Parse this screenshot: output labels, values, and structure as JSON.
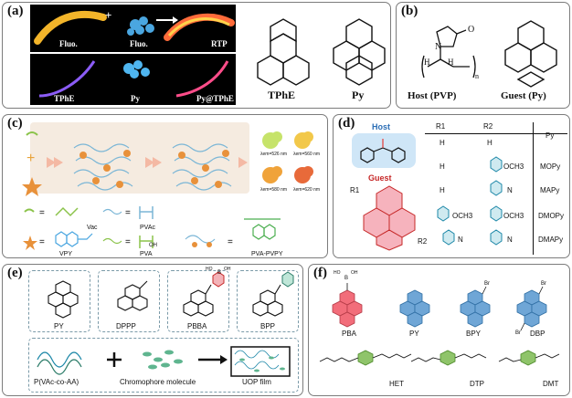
{
  "panel_a": {
    "label": "(a)",
    "photo_labels": [
      "Fluo.",
      "Fluo.",
      "RTP"
    ],
    "bottom_labels": [
      "TPhE",
      "Py",
      "Py@TPhE"
    ],
    "plus": "+",
    "struct_labels": [
      "TPhE",
      "Py"
    ]
  },
  "panel_b": {
    "label": "(b)",
    "host_label": "Host (PVP)",
    "guest_label": "Guest (Py)",
    "atom_n": "N",
    "atom_o": "O",
    "atom_h1": "H",
    "atom_h2": "H",
    "sub_n": "n"
  },
  "panel_c": {
    "label": "(c)",
    "emission_labels": [
      "λem=526 nm",
      "λem=560 nm",
      "λem=580 nm",
      "λem=620 nm"
    ],
    "legend": {
      "vac": "Vac",
      "pvac": "PVAc",
      "vpy": "VPY",
      "pva": "PVA",
      "pva_pvpy": "PVA-PVPY",
      "oh": "OH",
      "equals": "="
    }
  },
  "panel_d": {
    "label": "(d)",
    "host": "Host",
    "guest": "Guest",
    "r1": "R1",
    "r2": "R2",
    "col_r1": "R1",
    "col_r2": "R2",
    "col_py": "Py",
    "rows": [
      {
        "r1": "H",
        "r2": "H",
        "name": ""
      },
      {
        "r1": "H",
        "r2": "OCH3",
        "name": "MOPy"
      },
      {
        "r1": "H",
        "r2": "N",
        "name": "MAPy"
      },
      {
        "r1": "OCH3",
        "r2": "OCH3",
        "name": "DMOPy"
      },
      {
        "r1": "N",
        "r2": "N",
        "name": "DMAPy"
      }
    ]
  },
  "panel_e": {
    "label": "(e)",
    "molecules": [
      "PY",
      "DPPP",
      "PBBA",
      "BPP"
    ],
    "boron_label": "B",
    "oh_labels": [
      "HO",
      "OH"
    ],
    "polymer": "P(VAc-co-AA)",
    "chromophore": "Chromophore molecule",
    "film": "UOP film",
    "plus": "+"
  },
  "panel_f": {
    "label": "(f)",
    "molecules": [
      "PBA",
      "PY",
      "BPY",
      "DBP"
    ],
    "boron_label": "B",
    "oh_labels": [
      "HO",
      "OH"
    ],
    "br_labels": [
      "Br",
      "Br",
      "Br"
    ],
    "hosts": [
      "HET",
      "DTP",
      "DMT"
    ]
  },
  "colors": {
    "red_ring": "#f26d7a",
    "blue_ring": "#6fa6d6",
    "green_ring": "#8fc46a",
    "cyan_dash": "#7a9aa8"
  }
}
